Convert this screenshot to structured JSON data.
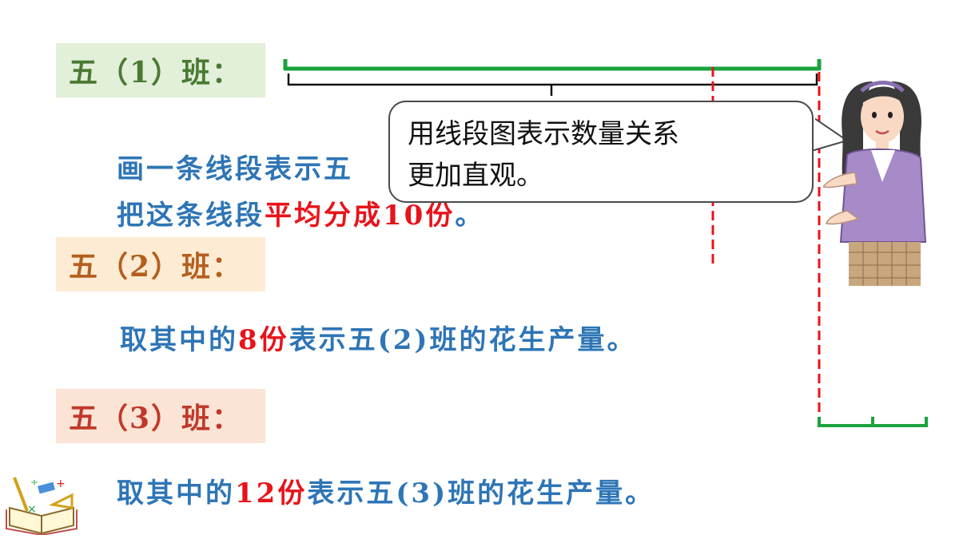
{
  "labels": {
    "class1": "五（1）班：",
    "class2": "五（2）班：",
    "class3": "五（3）班："
  },
  "lines": {
    "line1": "画一条线段表示五",
    "line2_prefix": "把这条线段",
    "line2_highlight": "平均分成10份",
    "line2_suffix": "。",
    "line3_prefix": "取其中的",
    "line3_highlight": "8份",
    "line3_suffix": "表示五(2)班的花生产量。",
    "line4_prefix": "取其中的",
    "line4_highlight": "12份",
    "line4_suffix": "表示五(3)班的花生产量。"
  },
  "bubble": {
    "line1": "用线段图表示数量关系",
    "line2": "更加直观。"
  },
  "icons": {
    "teacher": "teacher-illustration",
    "book": "book-stationery-icon"
  },
  "colors": {
    "segment_green": "#1aa33c",
    "dash_red": "#e8131b",
    "text_blue": "#2e75b6",
    "highlight_red": "#e8131b"
  }
}
